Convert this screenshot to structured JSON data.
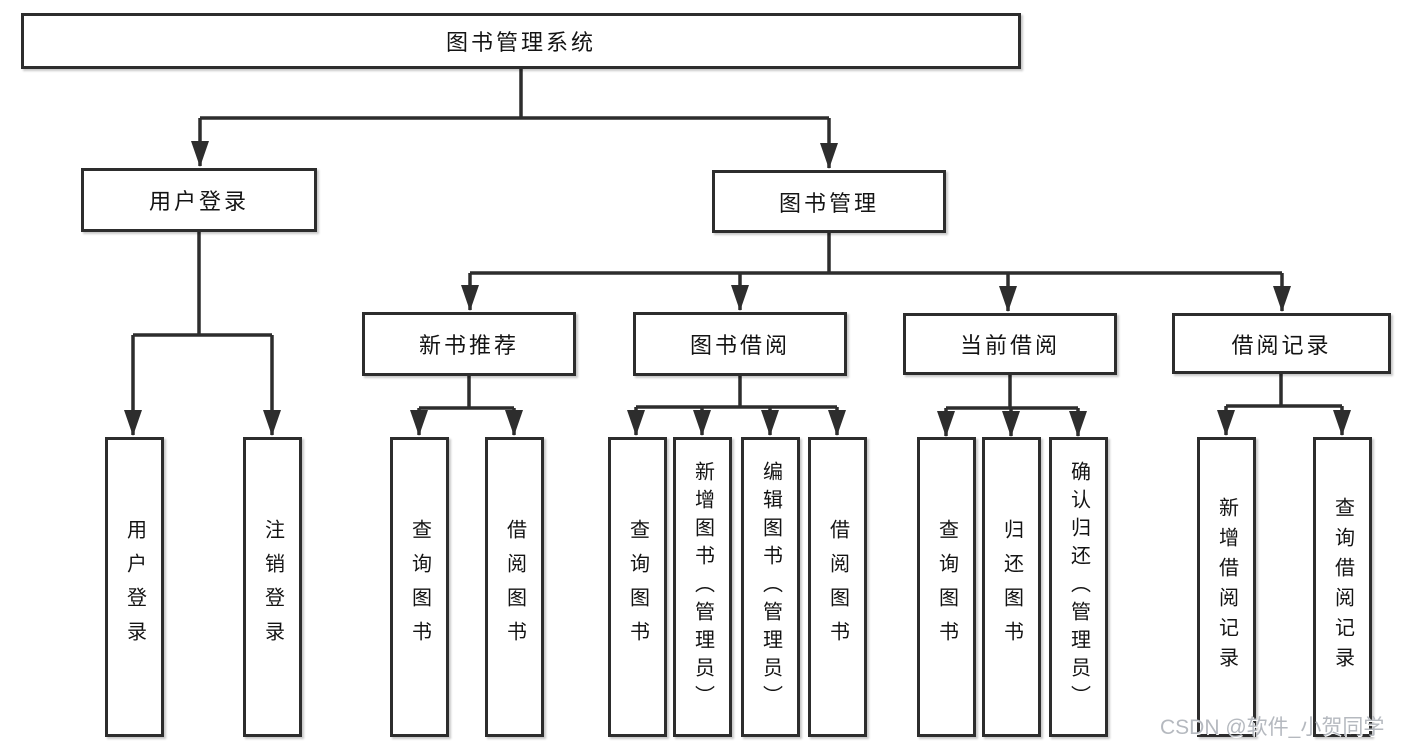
{
  "diagram_title": "图书管理系统",
  "tree": {
    "label": "图书管理系统",
    "children": [
      {
        "label": "用户登录",
        "children": [
          {
            "label": "用户登录"
          },
          {
            "label": "注销登录"
          }
        ]
      },
      {
        "label": "图书管理",
        "children": [
          {
            "label": "新书推荐",
            "children": [
              {
                "label": "查询图书"
              },
              {
                "label": "借阅图书"
              }
            ]
          },
          {
            "label": "图书借阅",
            "children": [
              {
                "label": "查询图书"
              },
              {
                "label": "新增图书（管理员）"
              },
              {
                "label": "编辑图书（管理员）"
              },
              {
                "label": "借阅图书"
              }
            ]
          },
          {
            "label": "当前借阅",
            "children": [
              {
                "label": "查询图书"
              },
              {
                "label": "归还图书"
              },
              {
                "label": "确认归还（管理员）"
              }
            ]
          },
          {
            "label": "借阅记录",
            "children": [
              {
                "label": "新增借阅记录"
              },
              {
                "label": "查询借阅记录"
              }
            ]
          }
        ]
      }
    ]
  },
  "watermark": {
    "text": "CSDN @软件_小贺同学"
  },
  "colors": {
    "line": "#2d2d2d",
    "box_border": "#2d2d2d",
    "text": "#141414",
    "background": "#ffffff",
    "watermark": "#b5b9bf"
  }
}
